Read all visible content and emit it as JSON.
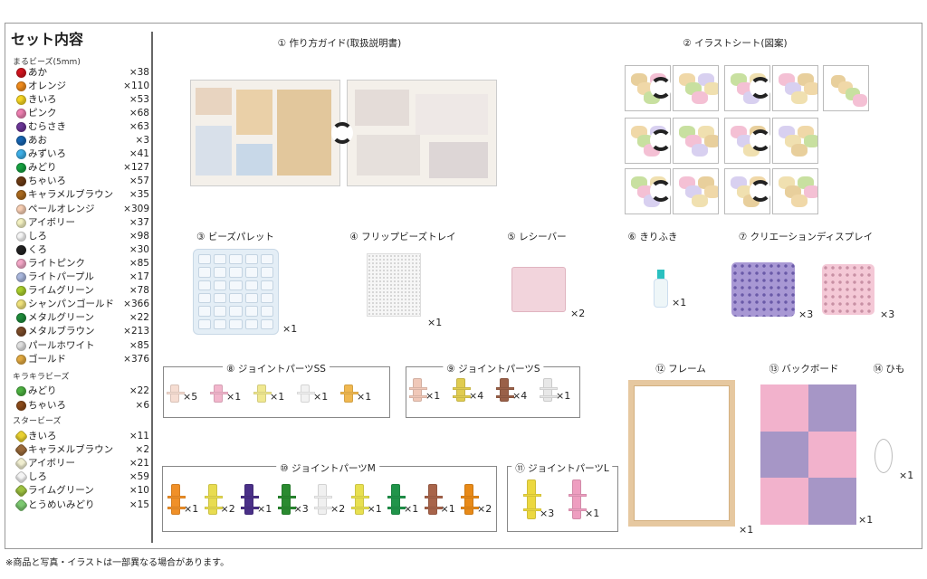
{
  "left": {
    "title": "セット内容",
    "groups": [
      {
        "label": "まるビーズ(5mm)",
        "shape": "round",
        "items": [
          {
            "name": "あか",
            "count": "×38",
            "color": "#d0141e"
          },
          {
            "name": "オレンジ",
            "count": "×110",
            "color": "#ee8a1c"
          },
          {
            "name": "きいろ",
            "count": "×53",
            "color": "#f5d424"
          },
          {
            "name": "ピンク",
            "count": "×68",
            "color": "#ec7fb0"
          },
          {
            "name": "むらさき",
            "count": "×63",
            "color": "#6a3596"
          },
          {
            "name": "あお",
            "count": "×3",
            "color": "#1664b0"
          },
          {
            "name": "みずいろ",
            "count": "×41",
            "color": "#3daee6"
          },
          {
            "name": "みどり",
            "count": "×127",
            "color": "#16a040"
          },
          {
            "name": "ちゃいろ",
            "count": "×57",
            "color": "#6b3a14"
          },
          {
            "name": "キャラメルブラウン",
            "count": "×35",
            "color": "#a8681e"
          },
          {
            "name": "ペールオレンジ",
            "count": "×309",
            "color": "#f6cdb2"
          },
          {
            "name": "アイボリー",
            "count": "×37",
            "color": "#f2f0c0"
          },
          {
            "name": "しろ",
            "count": "×98",
            "color": "#f4f4f4"
          },
          {
            "name": "くろ",
            "count": "×30",
            "color": "#222222"
          },
          {
            "name": "ライトピンク",
            "count": "×85",
            "color": "#f2a6c6"
          },
          {
            "name": "ライトパープル",
            "count": "×17",
            "color": "#a8b6dc"
          },
          {
            "name": "ライムグリーン",
            "count": "×78",
            "color": "#a8cc2c"
          },
          {
            "name": "シャンパンゴールド",
            "count": "×366",
            "color": "#eee07a"
          },
          {
            "name": "メタルグリーン",
            "count": "×22",
            "color": "#1e8a3a"
          },
          {
            "name": "メタルブラウン",
            "count": "×213",
            "color": "#7a4a28"
          },
          {
            "name": "パールホワイト",
            "count": "×85",
            "color": "#dedede"
          },
          {
            "name": "ゴールド",
            "count": "×376",
            "color": "#e0a840"
          }
        ]
      },
      {
        "label": "キラキラビーズ",
        "shape": "round",
        "items": [
          {
            "name": "みどり",
            "count": "×22",
            "color": "#4cb040"
          },
          {
            "name": "ちゃいろ",
            "count": "×6",
            "color": "#8a4a1a"
          }
        ]
      },
      {
        "label": "スタービーズ",
        "shape": "star",
        "items": [
          {
            "name": "きいろ",
            "count": "×11",
            "color": "#e8d030"
          },
          {
            "name": "キャラメルブラウン",
            "count": "×2",
            "color": "#9a6a3a"
          },
          {
            "name": "アイボリー",
            "count": "×21",
            "color": "#f0eed0"
          },
          {
            "name": "しろ",
            "count": "×59",
            "color": "#f4f4f4"
          },
          {
            "name": "ライムグリーン",
            "count": "×10",
            "color": "#9cc040"
          },
          {
            "name": "とうめいみどり",
            "count": "×15",
            "color": "#7cc870"
          }
        ]
      }
    ]
  },
  "sections": {
    "guide": {
      "title": "① 作り方ガイド(取扱説明書)"
    },
    "illust": {
      "title": "② イラストシート(図案)"
    },
    "palette": {
      "title": "③ ビーズパレット",
      "qty": "×1"
    },
    "tray": {
      "title": "④ フリップビーズトレイ",
      "qty": "×1"
    },
    "receiver": {
      "title": "⑤ レシーバー",
      "qty": "×2"
    },
    "sprayer": {
      "title": "⑥ きりふき",
      "qty": "×1"
    },
    "display": {
      "title": "⑦ クリエーションディスプレイ",
      "qty_purple": "×3",
      "qty_pink": "×3"
    },
    "joint_ss": {
      "title": "⑧ ジョイントパーツSS",
      "parts": [
        {
          "color": "#f6ddd2",
          "qty": "×5"
        },
        {
          "color": "#f2b6cc",
          "qty": "×1"
        },
        {
          "color": "#f0e890",
          "qty": "×1"
        },
        {
          "color": "#f2f2f2",
          "qty": "×1"
        },
        {
          "color": "#f0b850",
          "qty": "×1"
        }
      ]
    },
    "joint_s": {
      "title": "⑨ ジョイントパーツS",
      "parts": [
        {
          "color": "#f0c8b8",
          "qty": "×1"
        },
        {
          "color": "#e0cc50",
          "qty": "×4"
        },
        {
          "color": "#9a6048",
          "qty": "×4"
        },
        {
          "color": "#e8e8e8",
          "qty": "×1"
        }
      ]
    },
    "joint_m": {
      "title": "⑩ ジョイントパーツM",
      "parts": [
        {
          "color": "#f09028",
          "qty": "×1"
        },
        {
          "color": "#e8dc50",
          "qty": "×2"
        },
        {
          "color": "#4a3088",
          "qty": "×1"
        },
        {
          "color": "#2a8a30",
          "qty": "×3"
        },
        {
          "color": "#f0f0f0",
          "qty": "×2"
        },
        {
          "color": "#e8e050",
          "qty": "×1"
        },
        {
          "color": "#20944a",
          "qty": "×1"
        },
        {
          "color": "#a8644a",
          "qty": "×1"
        },
        {
          "color": "#e88a18",
          "qty": "×2"
        }
      ]
    },
    "joint_l": {
      "title": "⑪ ジョイントパーツL",
      "parts": [
        {
          "color": "#ecd840",
          "qty": "×3"
        },
        {
          "color": "#ee9ec0",
          "qty": "×1"
        }
      ]
    },
    "frame": {
      "title": "⑫ フレーム",
      "qty": "×1"
    },
    "backboard": {
      "title": "⑬ バックボード",
      "qty": "×1",
      "colors": [
        "#f2b2cc",
        "#a696c6"
      ]
    },
    "string": {
      "title": "⑭ ひも",
      "qty": "×1"
    }
  },
  "footnote": "※商品と写真・イラストは一部異なる場合があります。"
}
